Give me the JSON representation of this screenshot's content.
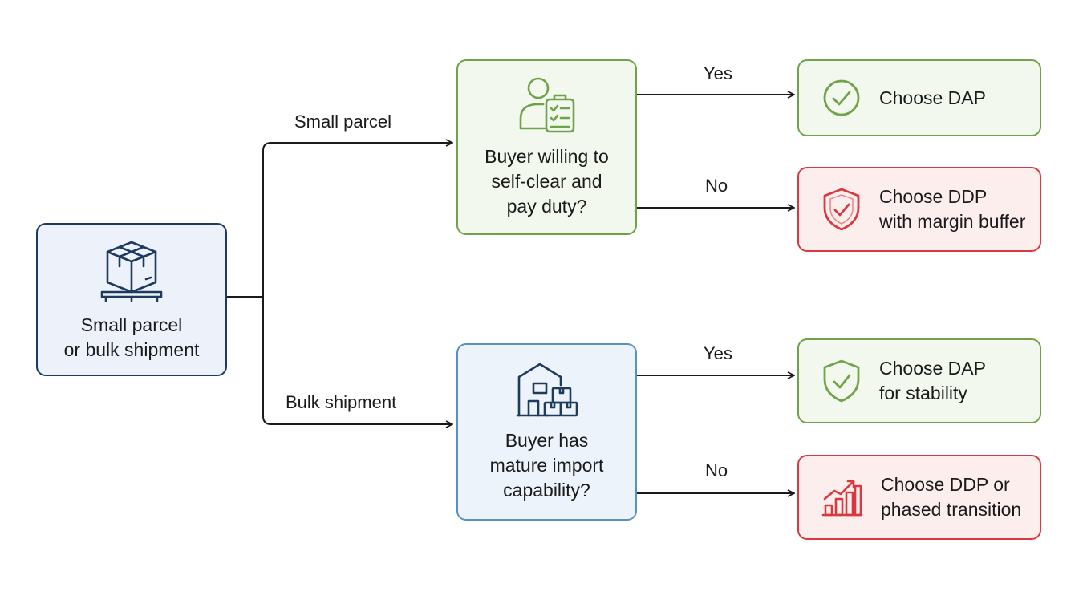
{
  "start": {
    "lines": [
      "Small parcel",
      "or bulk shipment"
    ],
    "icon": "box-pallet-icon"
  },
  "branches": {
    "small": {
      "label": "Small parcel"
    },
    "bulk": {
      "label": "Bulk shipment"
    }
  },
  "decisions": [
    {
      "lines": [
        "Buyer willing to",
        "self-clear and",
        "pay duty?"
      ],
      "icon": "person-clipboard-icon"
    },
    {
      "lines": [
        "Buyer has",
        "mature import",
        "capability?"
      ],
      "icon": "warehouse-boxes-icon"
    }
  ],
  "edge_labels": {
    "d1_yes": "Yes",
    "d1_no": "No",
    "d2_yes": "Yes",
    "d2_no": "No"
  },
  "outcomes": [
    {
      "lines": [
        "Choose DAP"
      ],
      "icon": "check-circle-icon",
      "status": "green"
    },
    {
      "lines": [
        "Choose DDP",
        "with margin buffer"
      ],
      "icon": "shield-check-icon",
      "status": "red"
    },
    {
      "lines": [
        "Choose DAP",
        "for stability"
      ],
      "icon": "shield-check-icon",
      "status": "green"
    },
    {
      "lines": [
        "Choose DDP or",
        "phased transition"
      ],
      "icon": "bar-chart-growth-icon",
      "status": "red"
    }
  ],
  "colors": {
    "navy": "#1f3a5f",
    "blue": "#5a8fc0",
    "green": "#6fa24a",
    "red": "#d9393e"
  }
}
